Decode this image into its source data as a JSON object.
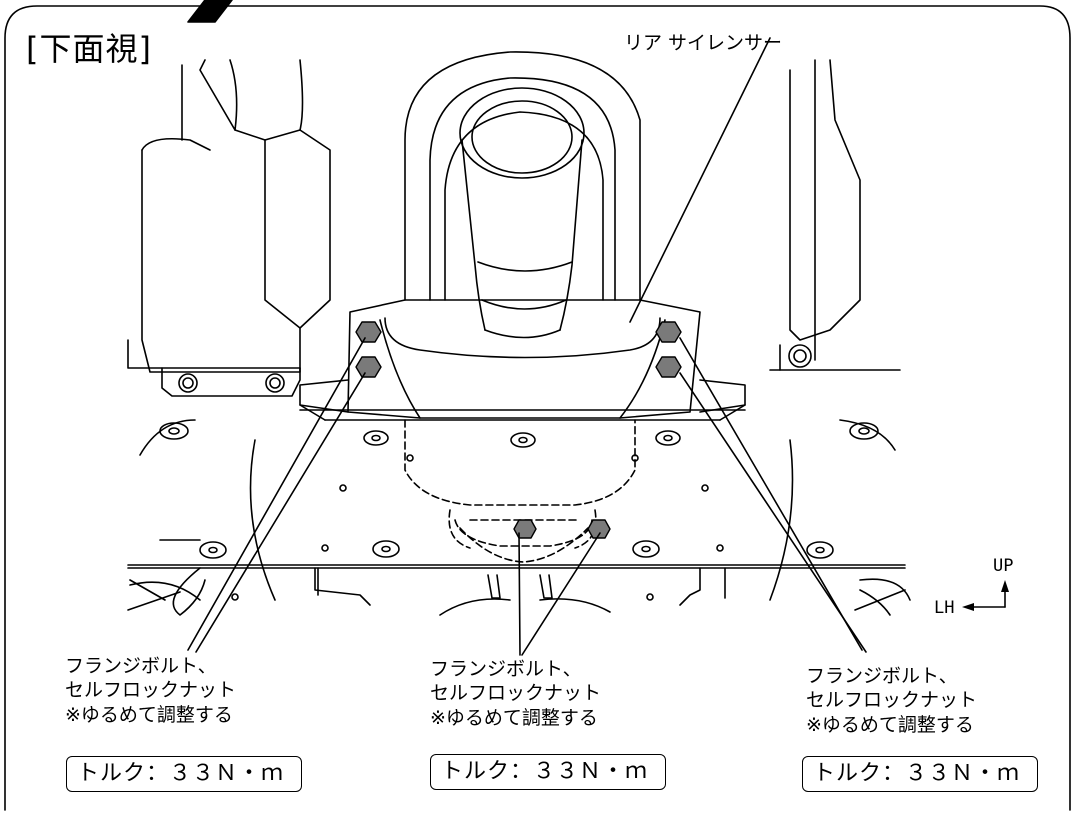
{
  "view_title": "[下面視]",
  "part_label": "リア サイレンサー",
  "direction": {
    "up": "UP",
    "left": "LH"
  },
  "fasteners": [
    {
      "line1": "フランジボルト、",
      "line2": "セルフロックナット",
      "line3": "※ゆるめて調整する",
      "torque": "トルク：３３Ｎ・ｍ"
    },
    {
      "line1": "フランジボルト、",
      "line2": "セルフロックナット",
      "line3": "※ゆるめて調整する",
      "torque": "トルク：３３Ｎ・ｍ"
    },
    {
      "line1": "フランジボルト、",
      "line2": "セルフロックナット",
      "line3": "※ゆるめて調整する",
      "torque": "トルク：３３Ｎ・ｍ"
    }
  ]
}
